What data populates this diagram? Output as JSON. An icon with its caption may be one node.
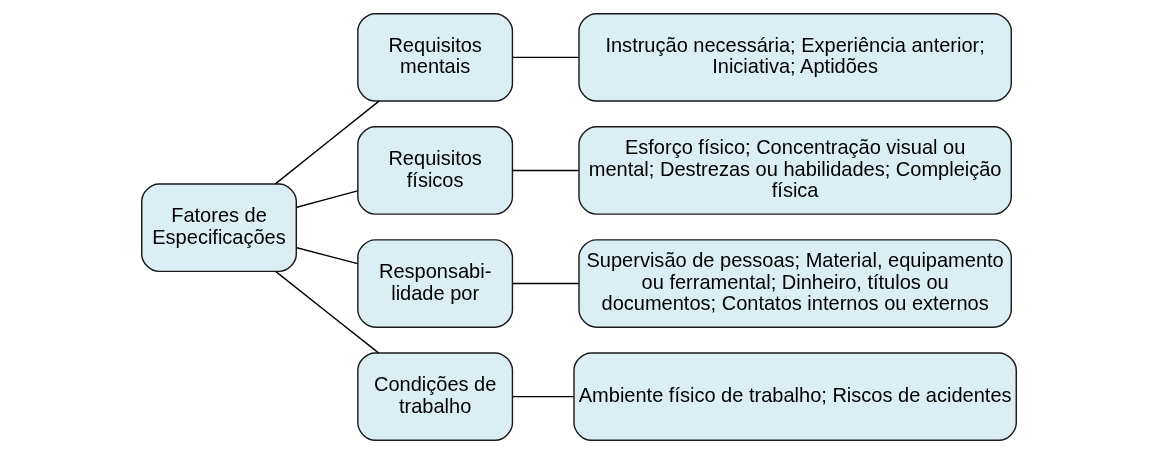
{
  "diagram": {
    "nodes": [
      {
        "text": [
          "Fatores de Especificações"
        ]
      },
      {
        "text": [
          "Requisitos mentais"
        ]
      },
      {
        "text": [
          "Instrução necessária; Experiência anterior; Iniciativa; Aptidões"
        ]
      },
      {
        "text": [
          "Requisitos físicos"
        ]
      },
      {
        "text": [
          "Esforço físico; Concentração visual ou mental; Destrezas ou habilidades; Compleição física"
        ]
      },
      {
        "text": [
          "Responsabi- lidade por"
        ]
      },
      {
        "text": [
          "Supervisão de pessoas; Material, equipamento ou ferramental; Dinheiro, títulos ou documentos; Contatos internos ou externos"
        ]
      },
      {
        "text": [
          "Condições de trabalho"
        ]
      },
      {
        "text": [
          "Ambiente físico de trabalho; Riscos de acidentes"
        ]
      }
    ],
    "edges": [
      {
        "from": 0,
        "to": 1,
        "arrow": "none"
      },
      {
        "from": 0,
        "to": 3,
        "arrow": "none"
      },
      {
        "from": 0,
        "to": 5,
        "arrow": "none"
      },
      {
        "from": 0,
        "to": 7,
        "arrow": "none"
      },
      {
        "from": 1,
        "to": 2,
        "arrow": "none"
      },
      {
        "from": 3,
        "to": 4,
        "arrow": "none"
      },
      {
        "from": 5,
        "to": 6,
        "arrow": "none"
      },
      {
        "from": 7,
        "to": 8,
        "arrow": "none"
      }
    ]
  }
}
